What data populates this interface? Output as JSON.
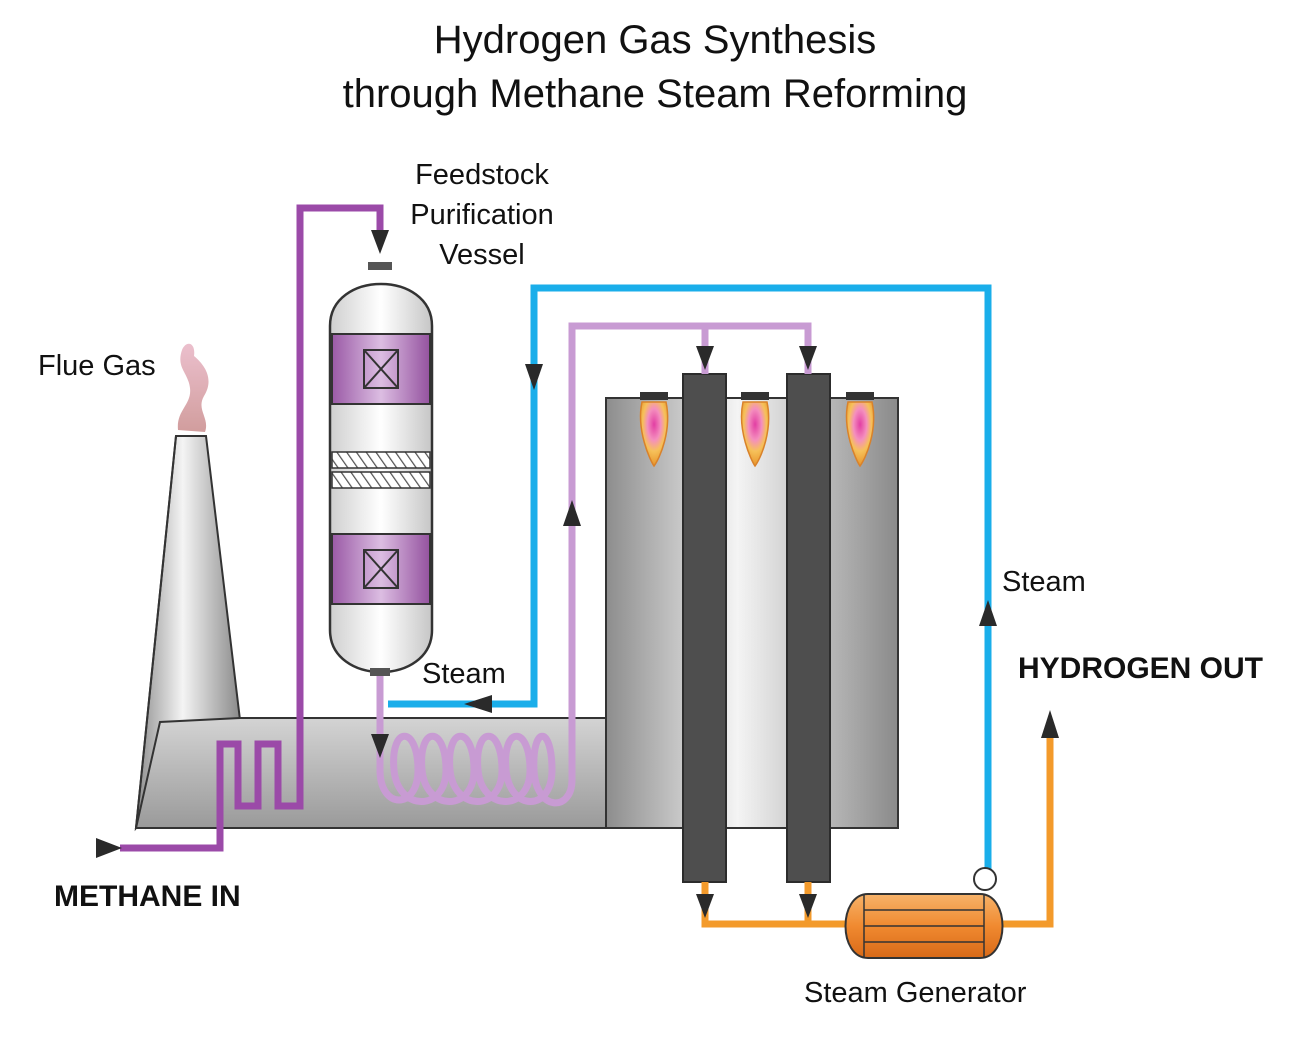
{
  "title": {
    "line1": "Hydrogen Gas Synthesis",
    "line2": "through Methane Steam Reforming"
  },
  "labels": {
    "feedstock_vessel": [
      "Feedstock",
      "Purification",
      "Vessel"
    ],
    "flue_gas": "Flue Gas",
    "steam_inlet": "Steam",
    "steam_return": "Steam",
    "hydrogen_out": "HYDROGEN OUT",
    "methane_in": "METHANE IN",
    "steam_generator": "Steam Generator"
  },
  "colors": {
    "methane_line": "#9b4aa8",
    "feed_line": "#c89bd3",
    "steam_line": "#1aaeea",
    "hydrogen_line": "#f39a2b",
    "tube": "#4a4a4a",
    "flame": "#f2a33a",
    "smoke": "#d9a3b3"
  }
}
